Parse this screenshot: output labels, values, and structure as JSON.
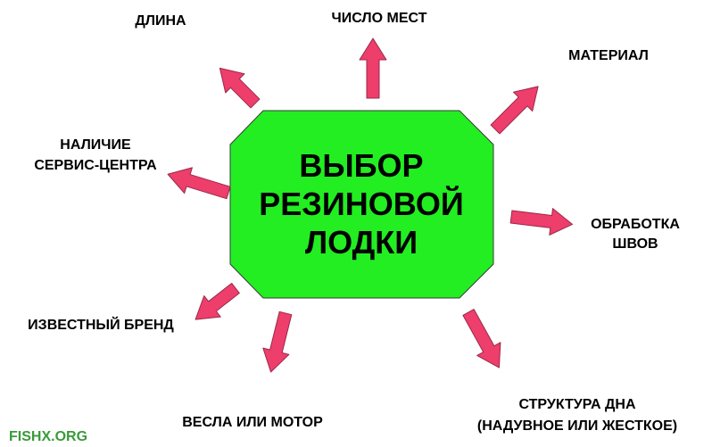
{
  "colors": {
    "center_fill": "#22ee22",
    "center_stroke": "#3a3a3a",
    "arrow_fill": "#ee3e6b",
    "arrow_stroke": "#9a2a48",
    "text": "#000000",
    "watermark": "#3a9a3a"
  },
  "center": {
    "line1": "ВЫБОР",
    "line2": "РЕЗИНОВОЙ",
    "line3": "ЛОДКИ"
  },
  "nodes": {
    "length": "ДЛИНА",
    "seats": "ЧИСЛО МЕСТ",
    "material": "МАТЕРИАЛ",
    "service_line1": "НАЛИЧИЕ",
    "service_line2": "СЕРВИС-ЦЕНТРА",
    "seams_line1": "ОБРАБОТКА",
    "seams_line2": "ШВОВ",
    "brand": "ИЗВЕСТНЫЙ БРЕНД",
    "oars": "ВЕСЛА ИЛИ МОТОР",
    "bottom_line1": "СТРУКТУРА ДНА",
    "bottom_line2": "(НАДУВНОЕ ИЛИ ЖЕСТКОЕ)"
  },
  "watermark": "FISHX.ORG"
}
